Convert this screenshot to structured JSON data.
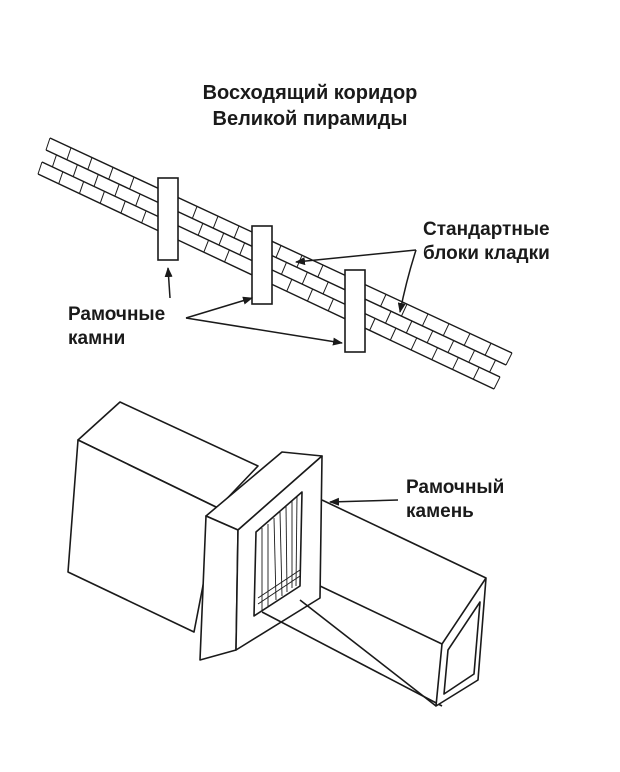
{
  "title": {
    "line1": "Восходящий коридор",
    "line2": "Великой пирамиды"
  },
  "labels": {
    "standard_blocks": {
      "line1": "Стандартные",
      "line2": "блоки кладки"
    },
    "frame_stones": {
      "line1": "Рамочные",
      "line2": "камни"
    },
    "frame_stone": {
      "line1": "Рамочный",
      "line2": "камень"
    }
  },
  "colors": {
    "ink": "#1a1a1a",
    "background": "#ffffff"
  }
}
